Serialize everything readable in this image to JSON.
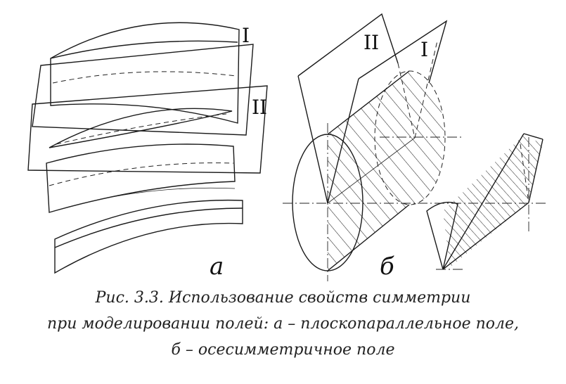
{
  "figure": {
    "part_a": {
      "label": "а",
      "plane_labels": [
        "I",
        "II"
      ]
    },
    "part_b": {
      "label": "б",
      "plane_labels": [
        "II",
        "I"
      ]
    }
  },
  "caption": {
    "line1": "Рис. 3.3. Использование свойств симметрии",
    "line2": "при моделировании полей: а – плоскопараллельное поле,",
    "line3": "б – осесимметричное поле"
  }
}
